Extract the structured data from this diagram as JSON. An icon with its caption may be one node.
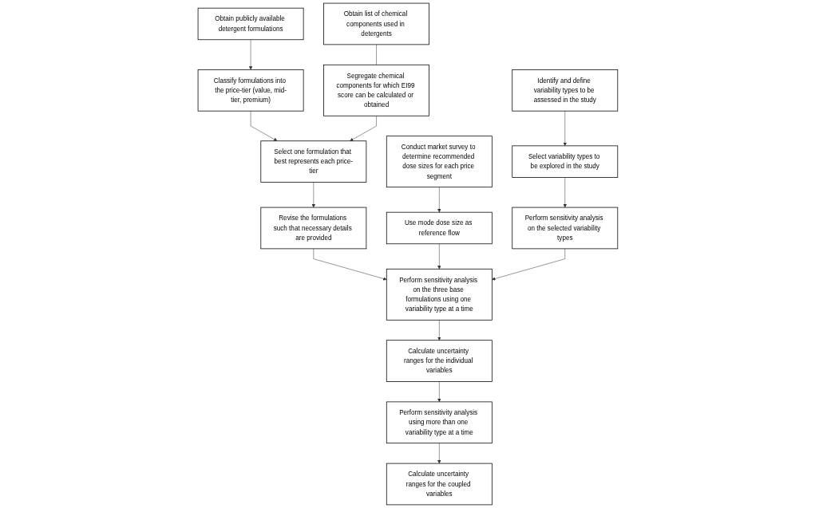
{
  "diagram": {
    "nodes": [
      {
        "text": [
          "Obtain publicly available detergent formulations"
        ]
      },
      {
        "text": [
          "Classify formulations into the price-tier (value, mid-tier, premium)"
        ]
      },
      {
        "text": [
          "Select one formulation that best represents each price-tier"
        ]
      },
      {
        "text": [
          "Revise the formulations such that necessary details are provided"
        ]
      },
      {
        "text": [
          "Perform sensitivity analysis on the three base formulations using one variability type at a time"
        ]
      },
      {
        "text": [
          "Calculate uncertainty ranges for the individual variables"
        ]
      },
      {
        "text": [
          "Perform sensitivity analysis using more than one variability type at a time"
        ]
      },
      {
        "text": [
          "Calculate uncertainty ranges for the coupled variables"
        ]
      },
      {
        "text": [
          "Obtain list of chemical components used in detergents"
        ]
      },
      {
        "text": [
          "Segregate chemical components for which EI99 score can be calculated or obtained"
        ]
      },
      {
        "text": [
          "Conduct market survey to determine recommended dose sizes for each price segment"
        ]
      },
      {
        "text": [
          "Use mode dose size as reference flow"
        ]
      },
      {
        "text": [
          "Identify and define variability types to be assessed in the study"
        ]
      },
      {
        "text": [
          "Select variability types to be explored in the study"
        ]
      },
      {
        "text": [
          "Perform sensitivity analysis on the selected variability types"
        ]
      }
    ],
    "edges": [
      {
        "from": 0,
        "to": 1,
        "arrow": "to"
      },
      {
        "from": 1,
        "to": 2,
        "arrow": "to"
      },
      {
        "from": 2,
        "to": 3,
        "arrow": "to"
      },
      {
        "from": 3,
        "to": 4,
        "arrow": "to"
      },
      {
        "from": 4,
        "to": 5,
        "arrow": "to"
      },
      {
        "from": 5,
        "to": 6,
        "arrow": "to"
      },
      {
        "from": 6,
        "to": 7,
        "arrow": "to"
      },
      {
        "from": 8,
        "to": 9,
        "arrow": "none"
      },
      {
        "from": 9,
        "to": 2,
        "arrow": "to"
      },
      {
        "from": 10,
        "to": 11,
        "arrow": "to"
      },
      {
        "from": 11,
        "to": 4,
        "arrow": "to"
      },
      {
        "from": 12,
        "to": 13,
        "arrow": "to"
      },
      {
        "from": 13,
        "to": 14,
        "arrow": "to"
      },
      {
        "from": 14,
        "to": 4,
        "arrow": "to"
      }
    ]
  }
}
